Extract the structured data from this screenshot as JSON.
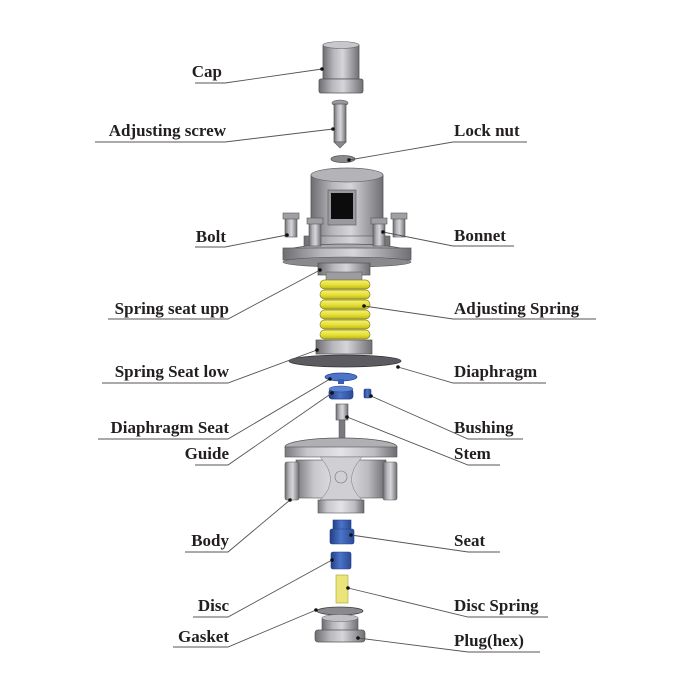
{
  "diagram": {
    "title": "Pressure reducing valve exploded view",
    "colors": {
      "metal": "#8a8a8e",
      "metal_light": "#c4c4c8",
      "metal_dark": "#5a5a5e",
      "spring_yellow": "#e8e23a",
      "blue_part": "#3a5fb0",
      "leader_line": "#555555",
      "text": "#231f20"
    },
    "labels_left": [
      {
        "id": "cap",
        "text": "Cap"
      },
      {
        "id": "adjusting-screw",
        "text": "Adjusting screw"
      },
      {
        "id": "bolt",
        "text": "Bolt"
      },
      {
        "id": "spring-seat-upp",
        "text": "Spring seat upp"
      },
      {
        "id": "spring-seat-low",
        "text": "Spring Seat low"
      },
      {
        "id": "diaphragm-seat",
        "text": "Diaphragm Seat"
      },
      {
        "id": "guide",
        "text": "Guide"
      },
      {
        "id": "body",
        "text": "Body"
      },
      {
        "id": "disc",
        "text": "Disc"
      },
      {
        "id": "gasket",
        "text": "Gasket"
      }
    ],
    "labels_right": [
      {
        "id": "lock-nut",
        "text": "Lock nut"
      },
      {
        "id": "bonnet",
        "text": "Bonnet"
      },
      {
        "id": "adjusting-spring",
        "text": "Adjusting Spring"
      },
      {
        "id": "diaphragm",
        "text": "Diaphragm"
      },
      {
        "id": "bushing",
        "text": "Bushing"
      },
      {
        "id": "stem",
        "text": "Stem"
      },
      {
        "id": "seat",
        "text": "Seat"
      },
      {
        "id": "disc-spring",
        "text": "Disc Spring"
      },
      {
        "id": "plug-hex",
        "text": "Plug(hex)"
      }
    ]
  }
}
